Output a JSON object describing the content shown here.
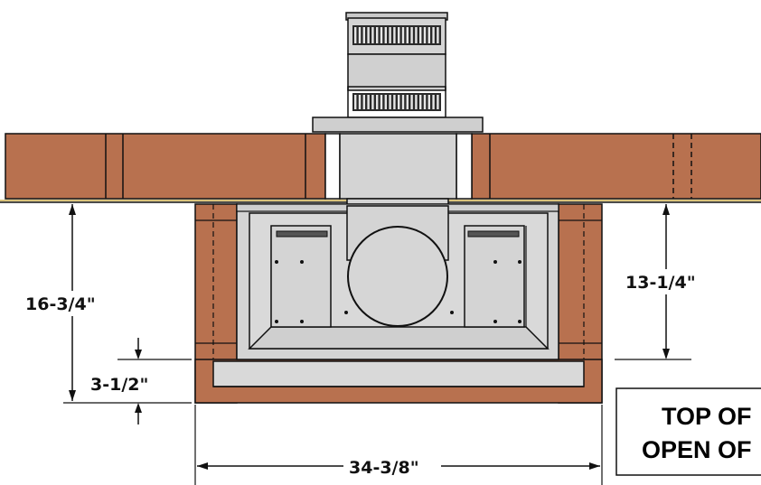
{
  "dimensions": {
    "overall_height": "16-3/4\"",
    "opening_height": "13-1/4\"",
    "base_height": "3-1/2\"",
    "overall_width": "34-3/8\""
  },
  "note": {
    "line1": "TOP OF",
    "line2": "OPEN OF"
  },
  "colors": {
    "wood": "#b8714f",
    "metal": "#d4d4d4",
    "metal_dark": "#9a9a9a",
    "line": "#111111"
  }
}
